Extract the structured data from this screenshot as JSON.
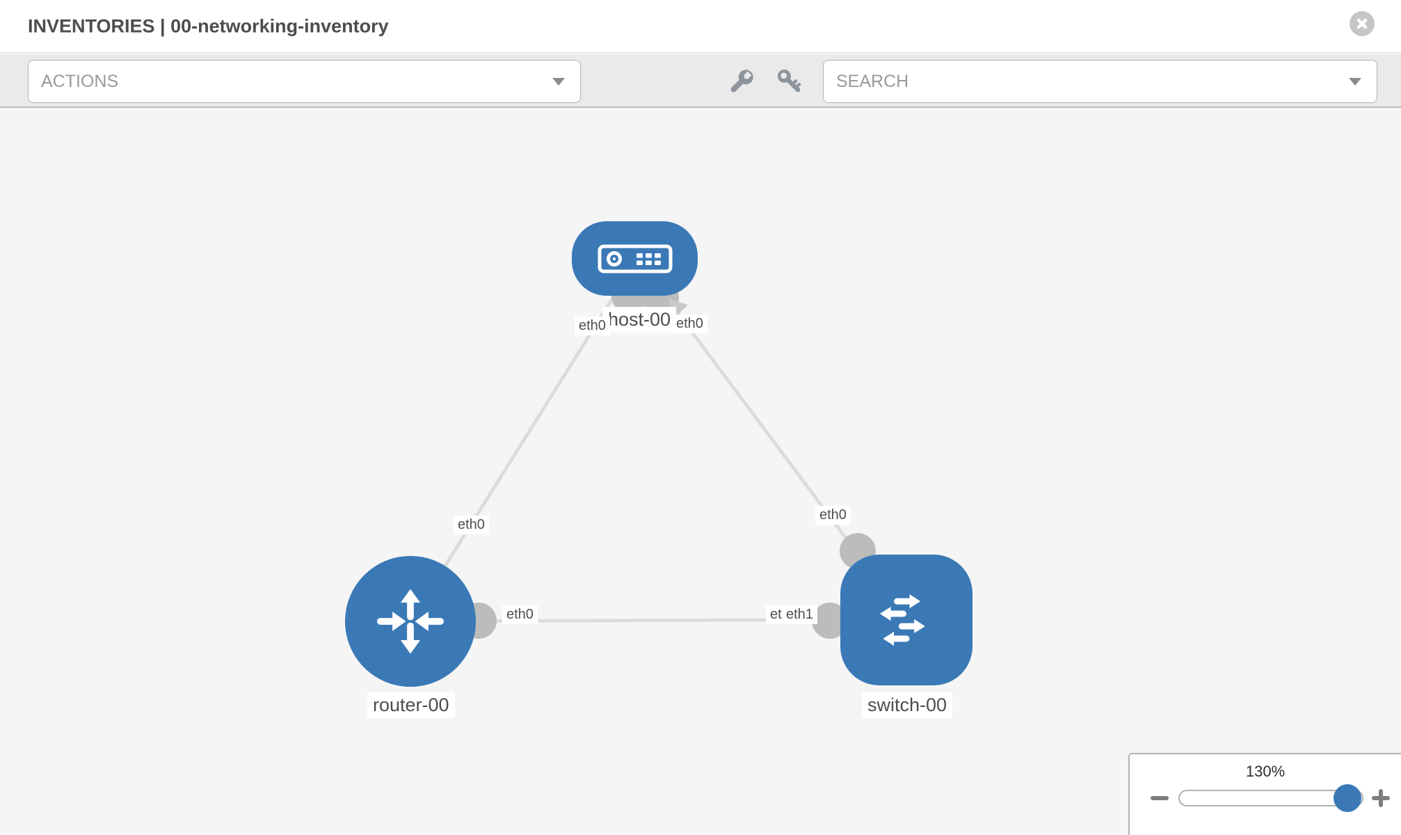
{
  "header": {
    "title": "INVENTORIES | 00-networking-inventory",
    "close_icon": "close-icon"
  },
  "toolbar": {
    "actions_label": "ACTIONS",
    "search_placeholder": "SEARCH",
    "icons": [
      "wrench-icon",
      "key-icon"
    ]
  },
  "topology": {
    "nodes": [
      {
        "label": "host-00",
        "type": "host",
        "icon": "host-icon"
      },
      {
        "label": "router-00",
        "type": "router",
        "icon": "router-icon"
      },
      {
        "label": "switch-00",
        "type": "switch",
        "icon": "switch-icon"
      }
    ],
    "links": [
      {
        "from": "host-00",
        "to": "router-00",
        "from_label": "eth0",
        "to_label": "eth0"
      },
      {
        "from": "host-00",
        "to": "switch-00",
        "from_label": "eth0",
        "to_label": "eth0"
      },
      {
        "from": "router-00",
        "to": "switch-00",
        "from_label": "eth0",
        "to_label": "eth1",
        "to_label_occluded": "eth0"
      }
    ]
  },
  "zoom_control": {
    "level": "130%",
    "accent_color": "#3a79b6"
  },
  "colors": {
    "node_blue": "#3a79b6",
    "link_gray": "#dcdcdc",
    "port_gray": "#bcbcbc",
    "canvas_bg": "#f5f5f5",
    "toolbar_bg": "#eaeaea"
  }
}
